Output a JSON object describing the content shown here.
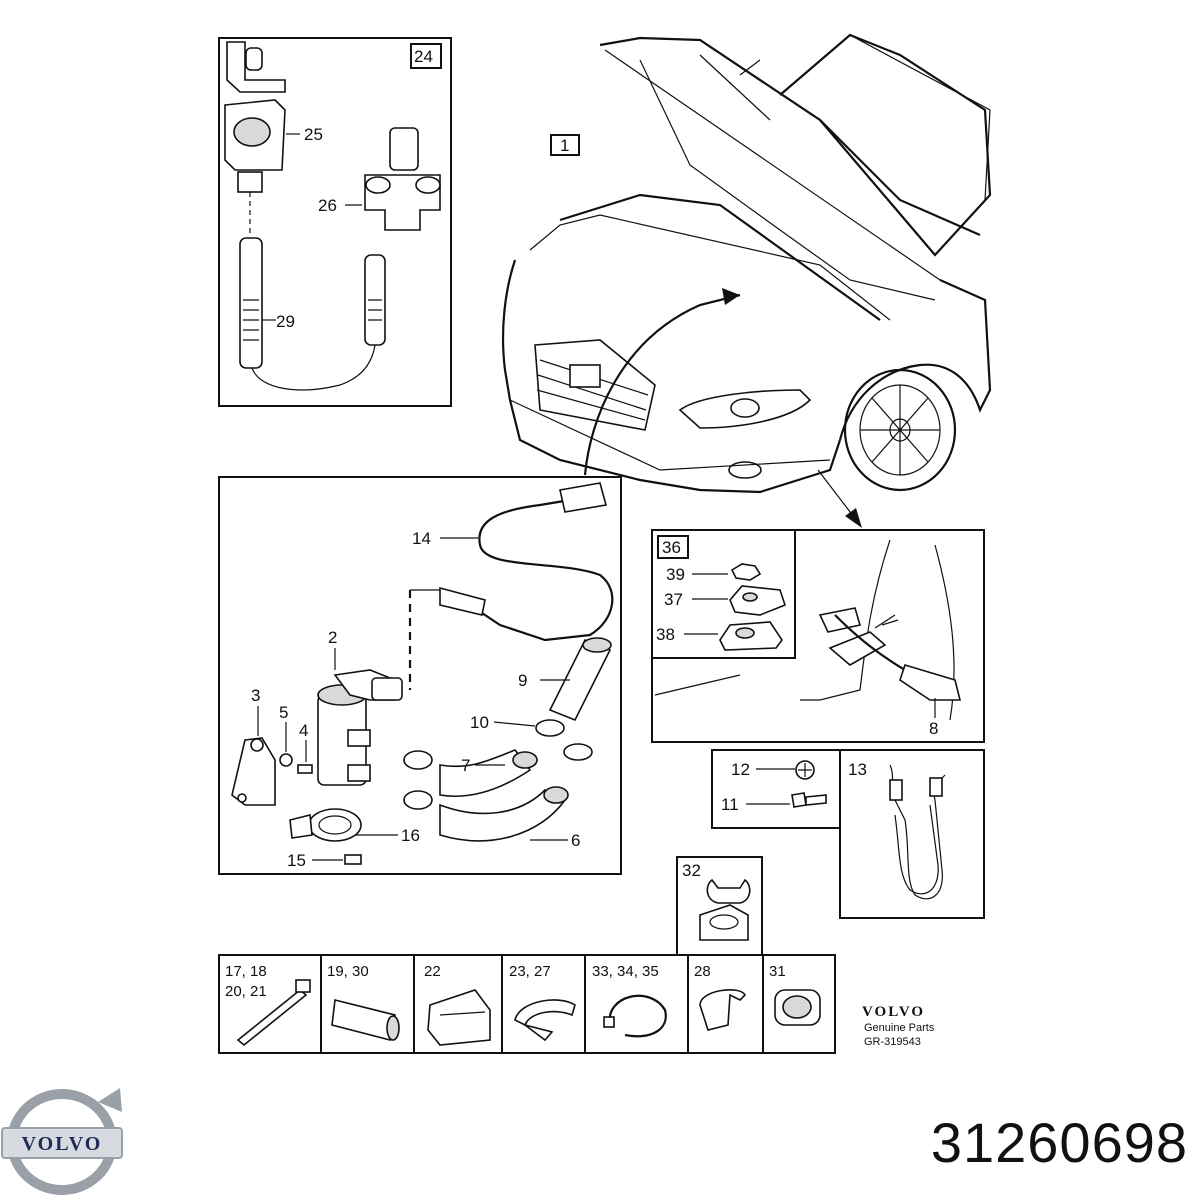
{
  "diagram": {
    "main_ref": "1",
    "box_refs": {
      "inset_top": "24",
      "inset_side": "36",
      "clip_32": "32"
    },
    "callouts": {
      "c25": "25",
      "c26": "26",
      "c29": "29",
      "c14": "14",
      "c2": "2",
      "c9": "9",
      "c3": "3",
      "c5": "5",
      "c4": "4",
      "c10": "10",
      "c7": "7",
      "c16": "16",
      "c6": "6",
      "c15": "15",
      "c39": "39",
      "c37": "37",
      "c38": "38",
      "c8": "8",
      "c12": "12",
      "c11": "11",
      "c13": "13"
    },
    "bottom_cells": [
      {
        "label_line1": "17, 18",
        "label_line2": "20, 21"
      },
      {
        "label_line1": "19, 30",
        "label_line2": ""
      },
      {
        "label_line1": "22",
        "label_line2": ""
      },
      {
        "label_line1": "23, 27",
        "label_line2": ""
      },
      {
        "label_line1": "33, 34, 35",
        "label_line2": ""
      },
      {
        "label_line1": "28",
        "label_line2": ""
      },
      {
        "label_line1": "31",
        "label_line2": ""
      }
    ]
  },
  "brand": {
    "stamp_name": "VOLVO",
    "stamp_sub": "Genuine Parts",
    "drawing_code": "GR-319543",
    "logo_text": "VOLVO"
  },
  "part_number": "31260698",
  "colors": {
    "line": "#111111",
    "logo_blue": "#1d2b55",
    "logo_silver": "#9aa0a8"
  }
}
